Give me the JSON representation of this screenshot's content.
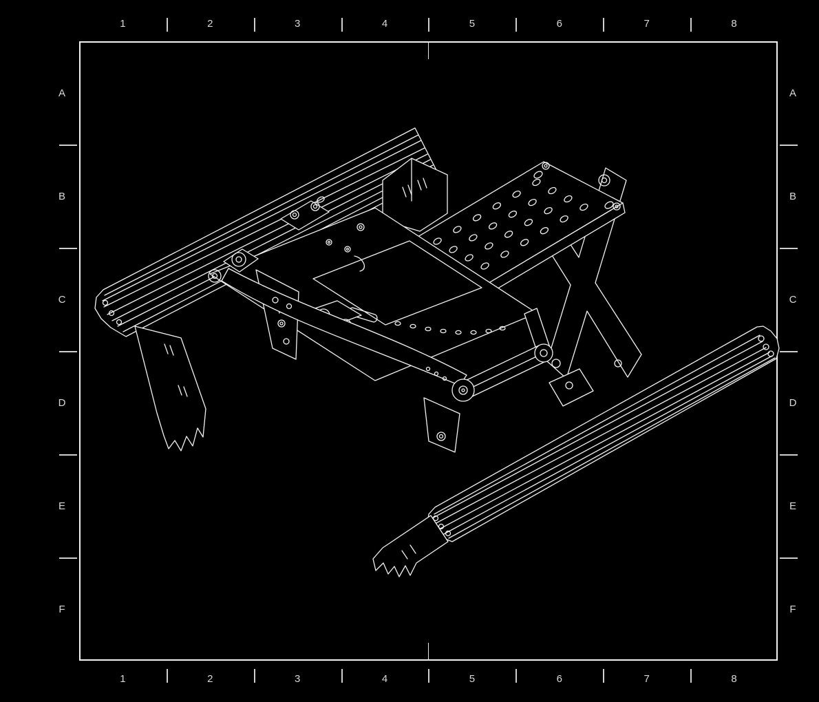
{
  "sheet": {
    "columns": [
      "1",
      "2",
      "3",
      "4",
      "5",
      "6",
      "7",
      "8"
    ],
    "rows": [
      "A",
      "B",
      "C",
      "D",
      "E",
      "F"
    ],
    "colors": {
      "background": "#000000",
      "line": "#f2f2f2",
      "label": "#d9d9d9"
    },
    "drawing_subject": "isometric-wireframe-assembly"
  }
}
